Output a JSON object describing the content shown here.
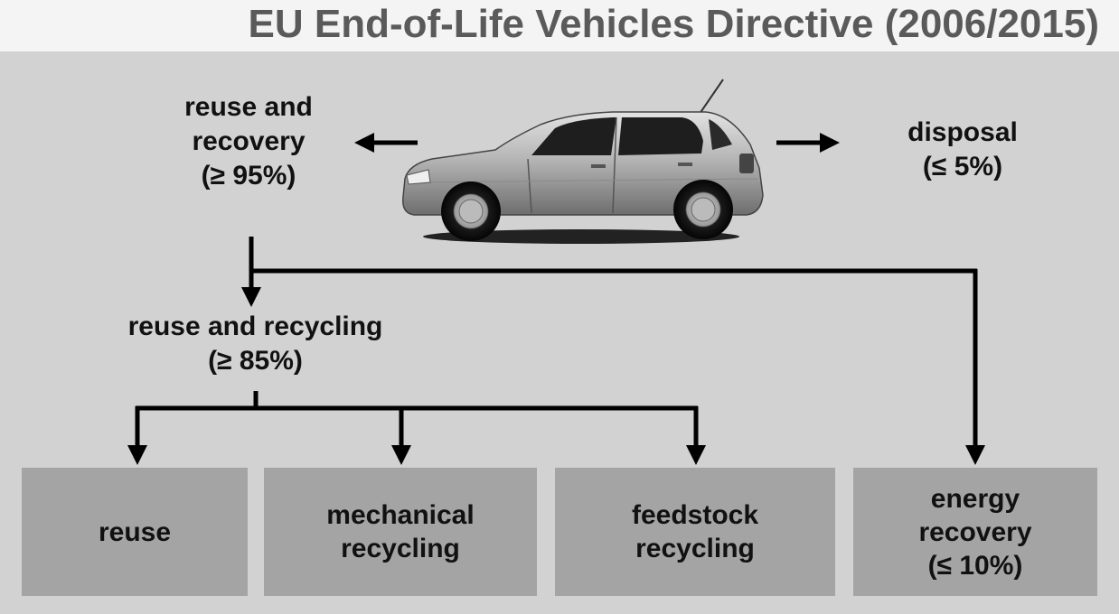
{
  "title": "EU End-of-Life Vehicles Directive (2006/2015)",
  "recovery": {
    "line1": "reuse and",
    "line2": "recovery",
    "line3": "(≥ 95%)"
  },
  "disposal": {
    "line1": "disposal",
    "line2": "(≤ 5%)"
  },
  "recycling": {
    "line1": "reuse and recycling",
    "line2": "(≥ 85%)"
  },
  "boxes": {
    "reuse": {
      "line1": "reuse"
    },
    "mechanical": {
      "line1": "mechanical",
      "line2": "recycling"
    },
    "feedstock": {
      "line1": "feedstock",
      "line2": "recycling"
    },
    "energy": {
      "line1": "energy",
      "line2": "recovery",
      "line3": "(≤ 10%)"
    }
  },
  "colors": {
    "background": "#d2d2d2",
    "header": "#f4f4f4",
    "box": "#a4a4a4",
    "title": "#5a5a5a"
  },
  "icons": [
    "car-image",
    "arrow-left-icon",
    "arrow-right-icon",
    "arrow-down-icon"
  ]
}
